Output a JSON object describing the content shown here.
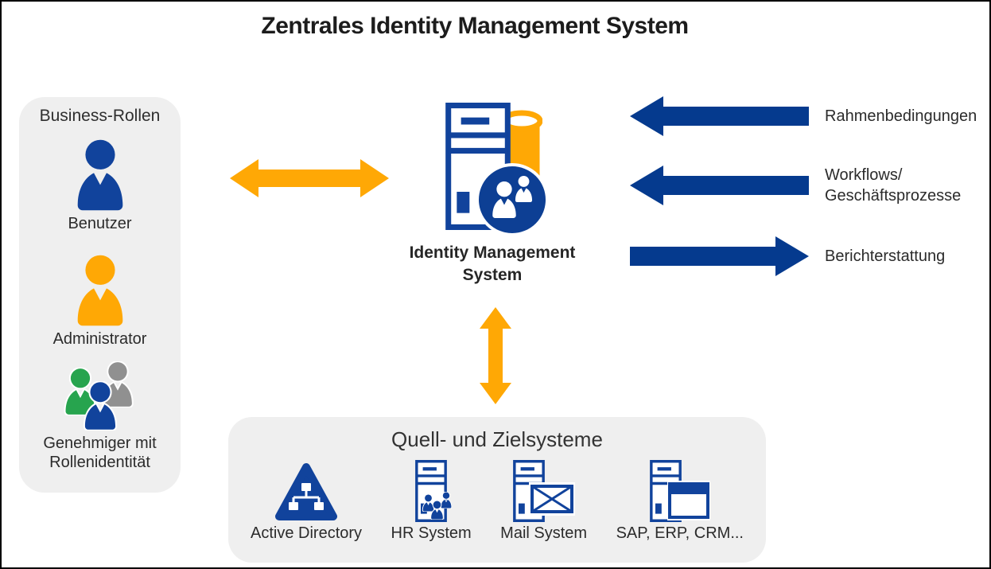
{
  "page": {
    "title": "Zentrales Identity Management System"
  },
  "business_roles": {
    "title": "Business-Rollen",
    "roles": [
      {
        "label": "Benutzer",
        "icon": "user-icon",
        "color": "#11439c"
      },
      {
        "label": "Administrator",
        "icon": "admin-user-icon",
        "color": "#ffa805"
      },
      {
        "label": "Genehmiger mit Rollenidentität",
        "icon": "approver-group-icon"
      }
    ]
  },
  "ims": {
    "label_line1": "Identity Management",
    "label_line2": "System",
    "icon": "identity-management-server-icon"
  },
  "flows": [
    {
      "label": "Rahmenbedingungen",
      "direction": "left"
    },
    {
      "label": "Workflows/",
      "label2": "Geschäftsprozesse",
      "direction": "left"
    },
    {
      "label": "Berichterstattung",
      "direction": "right"
    }
  ],
  "systems": {
    "title": "Quell- und Zielsysteme",
    "items": [
      {
        "label": "Active Directory",
        "icon": "active-directory-icon"
      },
      {
        "label": "HR System",
        "icon": "hr-server-icon"
      },
      {
        "label": "Mail System",
        "icon": "mail-server-icon"
      },
      {
        "label": "SAP, ERP, CRM...",
        "icon": "application-server-icon"
      }
    ]
  },
  "colors": {
    "arrow_blue": "#053a8e",
    "icon_blue": "#11439c",
    "circle_blue": "#0d3f94",
    "accent_orange": "#ffa805",
    "panel_gray": "#efefef",
    "person_green": "#27a44e",
    "person_gray": "#909090",
    "title_text": "#1c1c1c"
  }
}
